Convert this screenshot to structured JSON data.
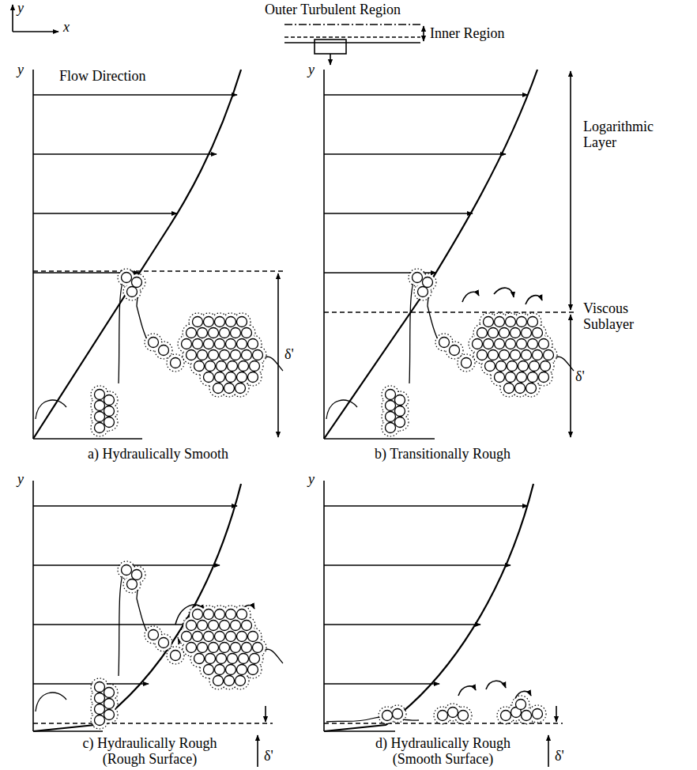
{
  "diagram": {
    "labels": [
      "y",
      "x",
      "Outer Turbulent Region",
      "Inner Region",
      "y",
      "Flow Direction",
      "y",
      "Logarithmic Layer",
      "Viscous Sublayer",
      "δ'",
      "δ'",
      "a) Hydraulically Smooth",
      "b) Transitionally Rough",
      "y",
      "y",
      "δ'",
      "δ'",
      "c) Hydraulically Rough (Rough Surface)",
      "d) Hydraulically Rough (Smooth Surface)"
    ]
  }
}
